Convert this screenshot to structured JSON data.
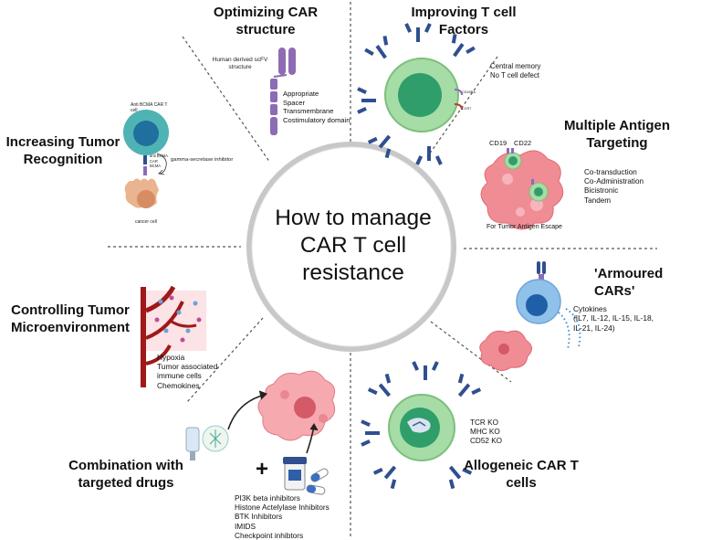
{
  "center": {
    "lines": [
      "How to manage",
      "CAR T cell",
      "resistance"
    ]
  },
  "sections": {
    "optimizing": {
      "title": [
        "Optimizing CAR",
        "structure"
      ],
      "scfv_label": [
        "Human derived scFV",
        "structure"
      ],
      "domains": [
        "Appropriate",
        "Spacer",
        "Transmembrane",
        "Costimulatory domain"
      ]
    },
    "improving": {
      "title": [
        "Improving T cell",
        "Factors"
      ],
      "notes": [
        "Central memory",
        "No T cell defect"
      ],
      "receptor_labels": [
        "CD45RA",
        "CCR7"
      ]
    },
    "multiple": {
      "title": [
        "Multiple Antigen",
        "Targeting"
      ],
      "markers": [
        "CD19",
        "CD22"
      ],
      "methods": [
        "Co-transduction",
        "Co-Administration",
        "Bicistronic",
        "Tandem"
      ],
      "caption": "For Tumor Antigen Escape"
    },
    "armoured": {
      "title": "'Armoured CARs'",
      "cytokines": [
        "Cytokines",
        "(IL7, IL-12, IL-15, IL-18,",
        "IL-21, IL-24)"
      ]
    },
    "allogeneic": {
      "title": [
        "Allogeneic CAR T",
        "cells"
      ],
      "knockouts": [
        "TCR KO",
        "MHC KO",
        "CD52 KO"
      ]
    },
    "combination": {
      "title": [
        "Combination with",
        "targeted drugs"
      ],
      "plus": "+",
      "drugs": [
        "PI3K beta inhibitors",
        "Histone Actelylase Inhibitors",
        "BTK Inhibitors",
        "IMIDS",
        "Checkpoint inhibtors"
      ]
    },
    "controlling": {
      "title": [
        "Controlling Tumor",
        "Microenvironment"
      ],
      "factors": [
        "Hypoxia",
        "Tumor associated",
        "immune cells",
        "Chemokines"
      ]
    },
    "recognition": {
      "title": [
        "Increasing Tumor",
        "Recognition"
      ],
      "cell_label": [
        "Anti BCMA CAR T",
        "cell"
      ],
      "car_labels": [
        "anti BCMA",
        "CAR",
        "BCMA"
      ],
      "inhibitor": "gamma-secretase inhibitor",
      "cancer_label": "cancer cell"
    }
  },
  "colors": {
    "tcell_body": "#a6dca6",
    "tcell_nucleus": "#2f9e6b",
    "car_receptor": "#2f4f8f",
    "car_purple": "#8e6bb5",
    "tumor_pink": "#f08c94",
    "armoured_cell": "#8fc1ea",
    "recognition_cell": "#4fb3b3",
    "cancer_tan": "#e9b48f",
    "vessel_red": "#a01818"
  }
}
